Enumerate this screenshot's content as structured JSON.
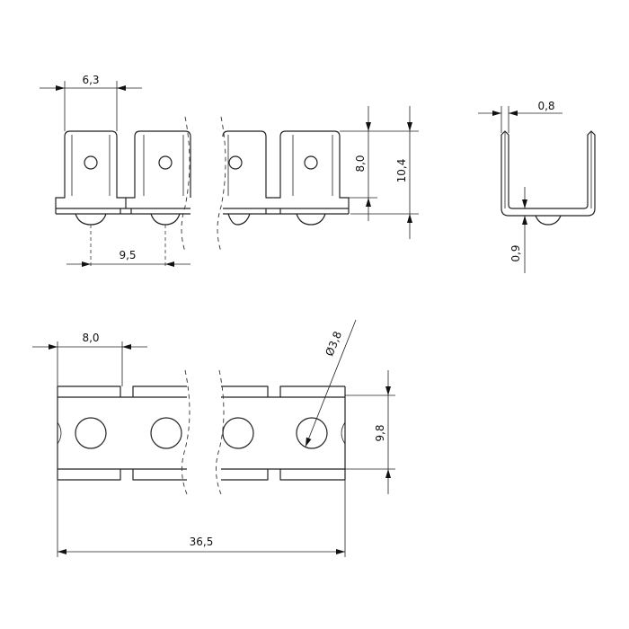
{
  "dimensions": {
    "tab_width": "6,3",
    "tab_pitch": "9,5",
    "tab_height": "8,0",
    "total_height": "10,4",
    "thickness": "0,8",
    "base_offset": "0,9",
    "pitch_plan": "8,0",
    "hole_diameter": "Ø3,8",
    "strip_width": "9,8",
    "total_length": "36,5"
  }
}
